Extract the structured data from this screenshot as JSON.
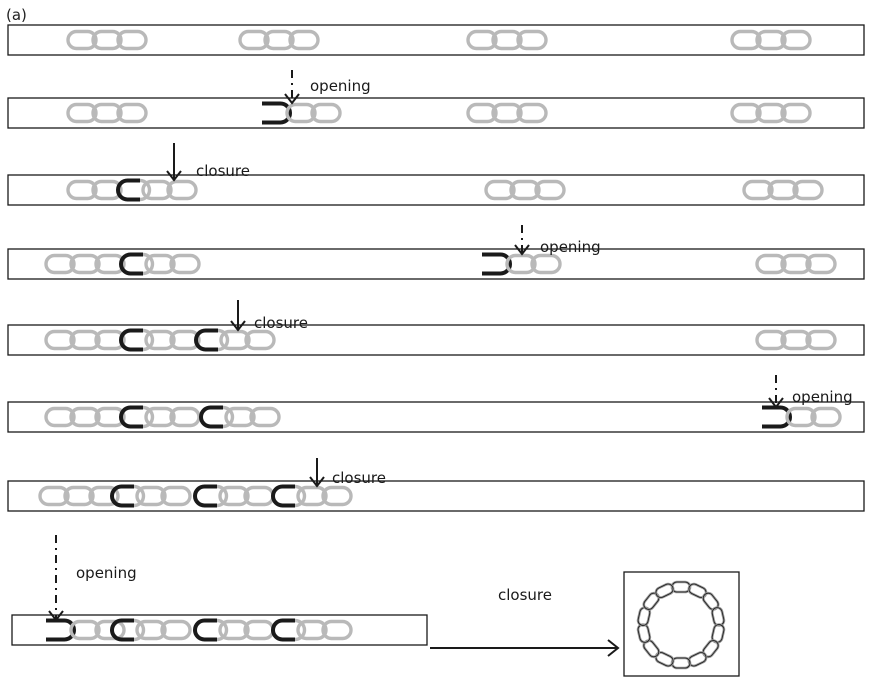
{
  "figure": {
    "panel_label": "(a)",
    "steps": [
      {
        "label": "opening",
        "style": "dashed"
      },
      {
        "label": "closure",
        "style": "solid"
      },
      {
        "label": "opening",
        "style": "dashed"
      },
      {
        "label": "closure",
        "style": "solid"
      },
      {
        "label": "opening",
        "style": "dashed"
      },
      {
        "label": "closure",
        "style": "solid"
      },
      {
        "label": "opening",
        "style": "dashed"
      },
      {
        "label": "closure",
        "style": "solid"
      }
    ],
    "colors": {
      "inactive_link": "#b9b9b9",
      "active_link": "#1a1a1a",
      "outline": "#1a1a1a"
    },
    "icons": [
      "open-link-icon",
      "closed-link-icon",
      "chain-ring-icon"
    ]
  }
}
